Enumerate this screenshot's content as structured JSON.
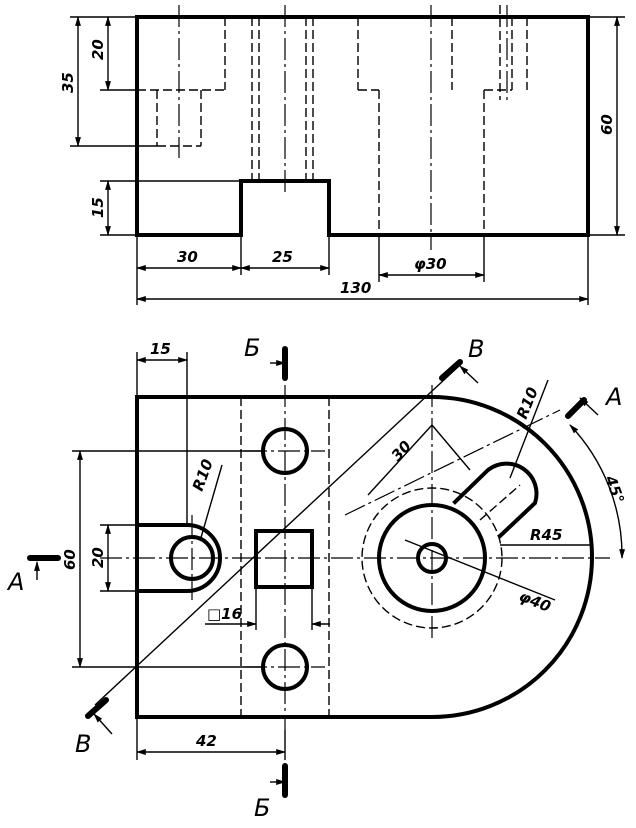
{
  "front_view": {
    "dims": {
      "h20": "20",
      "h35": "35",
      "h15": "15",
      "h60": "60",
      "w30": "30",
      "w25": "25",
      "d30": "φ30",
      "w130": "130"
    }
  },
  "top_view": {
    "dims": {
      "w15": "15",
      "r_small": "R10",
      "d30": "30",
      "r10": "R10",
      "angle": "45°",
      "r45": "R45",
      "d40": "φ40",
      "h60": "60",
      "h20": "20",
      "sq16": "□16",
      "w42": "42"
    },
    "cut_labels": {
      "b_top": "Б",
      "b_bottom": "Б",
      "v_top": "В",
      "v_bottom": "В",
      "a_left": "А",
      "a_right": "А"
    }
  }
}
